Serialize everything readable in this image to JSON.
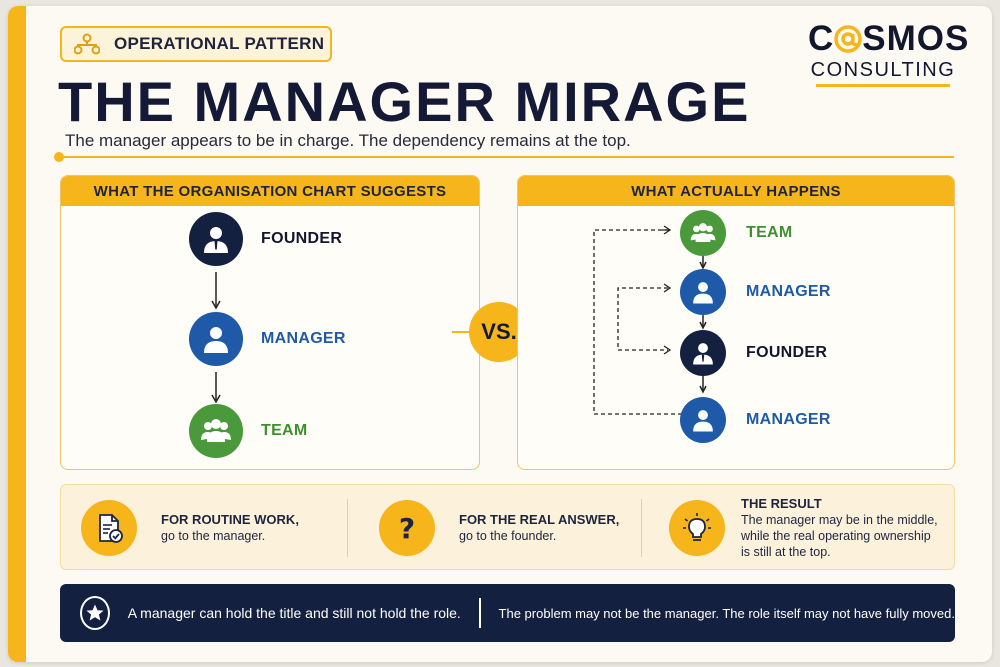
{
  "tag": {
    "label": "OPERATIONAL PATTERN",
    "icon": "network-icon"
  },
  "brand": {
    "top_before": "C",
    "top_after": "SMOS",
    "o_icon": "at-sign-icon",
    "bottom": "CONSULTING"
  },
  "title": "THE MANAGER MIRAGE",
  "subtitle": "The manager appears to be in charge. The dependency remains at the top.",
  "left_panel": {
    "heading": "WHAT THE ORGANISATION CHART SUGGESTS",
    "nodes": [
      {
        "label": "FOUNDER",
        "icon": "founder-icon"
      },
      {
        "label": "MANAGER",
        "icon": "manager-icon"
      },
      {
        "label": "TEAM",
        "icon": "team-icon"
      }
    ]
  },
  "vs_label": "VS.",
  "right_panel": {
    "heading": "WHAT ACTUALLY HAPPENS",
    "nodes": [
      {
        "label": "TEAM",
        "icon": "team-icon"
      },
      {
        "label": "MANAGER",
        "icon": "manager-icon"
      },
      {
        "label": "FOUNDER",
        "icon": "founder-icon"
      },
      {
        "label": "MANAGER",
        "icon": "manager-icon"
      }
    ]
  },
  "info": [
    {
      "heading": "FOR ROUTINE WORK,",
      "text": "go to the manager.",
      "icon": "document-check-icon"
    },
    {
      "heading": "FOR THE REAL ANSWER,",
      "text": "go to the founder.",
      "icon": "question-mark-icon"
    },
    {
      "heading": "THE RESULT",
      "lines": [
        "The manager may be in the middle,",
        "while the real operating ownership",
        "is still at the top."
      ],
      "icon": "lightbulb-icon"
    }
  ],
  "bottom": {
    "left": "A manager can hold the title and still not hold the role.",
    "right": "The problem may not be the manager. The role itself may not have fully moved.",
    "icon": "star-icon"
  },
  "colors": {
    "accent": "#f6b51a",
    "navy": "#142040",
    "blue": "#1e5aa8",
    "green": "#4a9a3c"
  }
}
